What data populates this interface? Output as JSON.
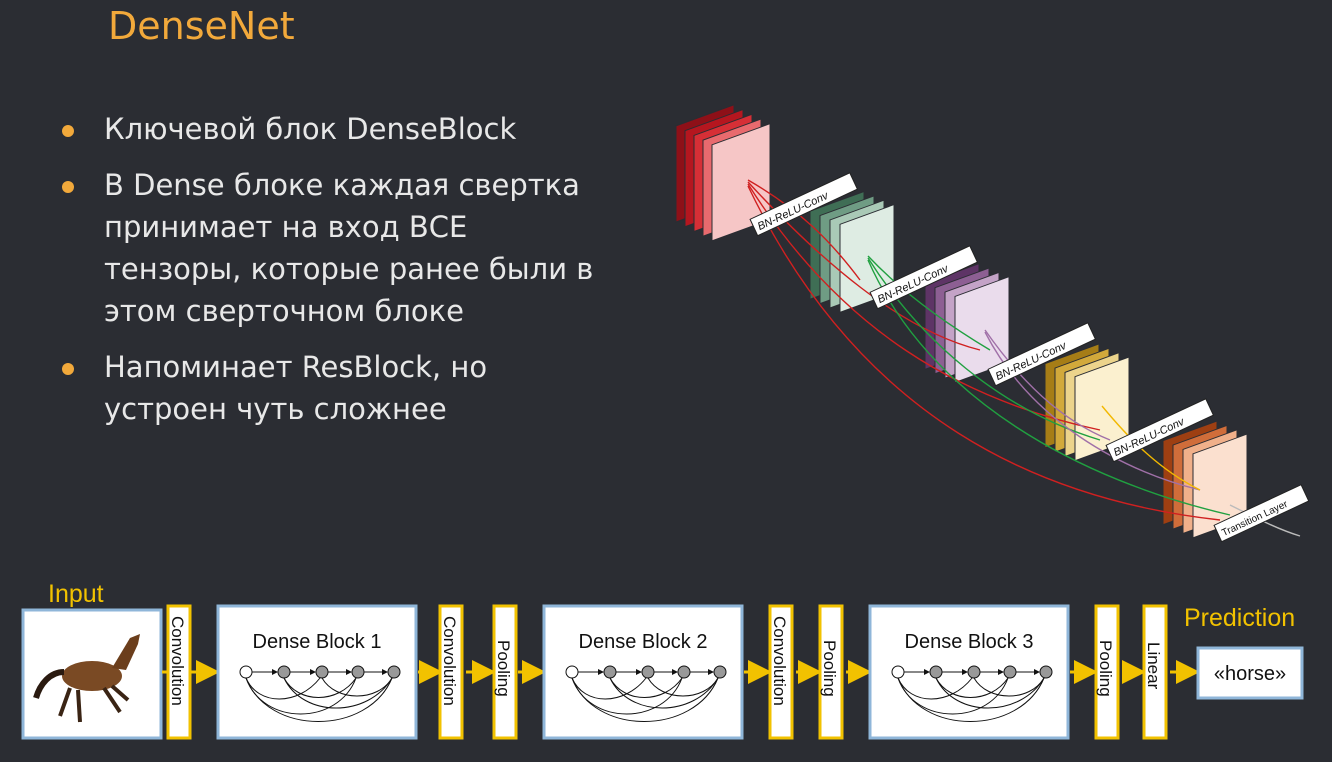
{
  "slide": {
    "title": "DenseNet",
    "bullets": [
      {
        "lines": [
          "Ключевой блок DenseBlock"
        ]
      },
      {
        "lines": [
          "В Dense блоке каждая свертка",
          "принимает на вход ВСЕ",
          "тензоры, которые ранее были в",
          "этом сверточном блоке"
        ]
      },
      {
        "lines": [
          "Напоминает ResBlock, но",
          "устроен чуть сложнее"
        ]
      }
    ]
  },
  "dense_block_diagram": {
    "layer_labels": [
      "BN-ReLU-Conv",
      "BN-ReLU-Conv",
      "BN-ReLU-Conv",
      "BN-ReLU-Conv",
      "Transition Layer"
    ],
    "stack_colors": [
      "#c0202a",
      "#5f8f73",
      "#8a5a8c",
      "#c9a53e",
      "#c8652a"
    ]
  },
  "pipeline": {
    "input_label": "Input",
    "prediction_label": "Prediction",
    "output_text": "«horse»",
    "convolution_label": "Convolution",
    "pooling_label": "Pooling",
    "linear_label": "Linear",
    "blocks": [
      "Dense Block 1",
      "Dense Block 2",
      "Dense Block 3"
    ],
    "accent_color": "#f2c200",
    "box_border_color": "#8fb6d9"
  }
}
